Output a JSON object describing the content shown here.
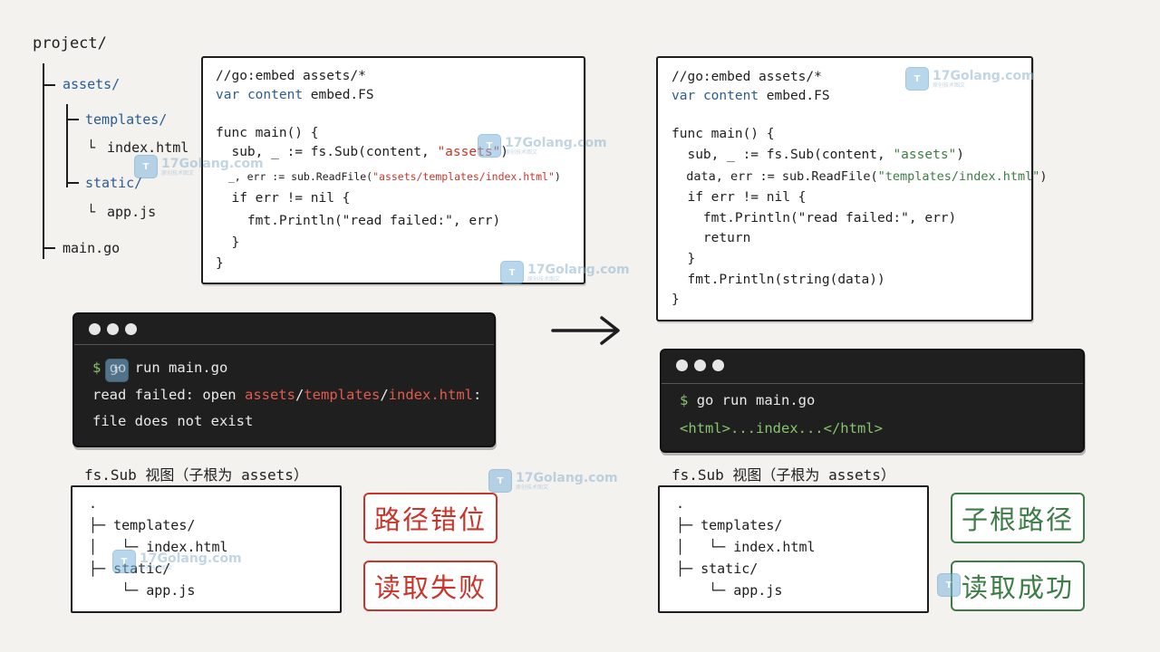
{
  "tree": {
    "root": "project/",
    "items": [
      {
        "label": "assets/"
      },
      {
        "label": "templates/"
      },
      {
        "label": "index.html"
      },
      {
        "label": "static/"
      },
      {
        "label": "app.js"
      },
      {
        "label": "main.go"
      }
    ],
    "branch_glyph": "└"
  },
  "code_left": {
    "l1": "//go:embed assets/*",
    "l2_kw": "var",
    "l2_name": "content",
    "l2_rest": "embed.FS",
    "l4": "func main() {",
    "l5_a": "  sub, _ := fs.Sub(content, ",
    "l5_str": "\"assets\"",
    "l5_b": ")",
    "l6_a": "  _, err := sub.ReadFile(",
    "l6_str": "\"assets/templates/index.html\"",
    "l6_b": ")",
    "l7": "  if err != nil {",
    "l8": "    fmt.Println(\"read failed:\", err)",
    "l9": "  }",
    "l10": "}"
  },
  "code_right": {
    "l1": "//go:embed assets/*",
    "l2_kw": "var",
    "l2_name": "content",
    "l2_rest": "embed.FS",
    "l4": "func main() {",
    "l5_a": "  sub, _ := fs.Sub(content, ",
    "l5_str": "\"assets\"",
    "l5_b": ")",
    "l6_a": "  data, err := sub.ReadFile(",
    "l6_str": "\"templates/index.html\"",
    "l6_b": ")",
    "l7": "  if err != nil {",
    "l8": "    fmt.Println(\"read failed:\", err)",
    "l9": "    return",
    "l10": "  }",
    "l11": "  fmt.Println(string(data))",
    "l12": "}"
  },
  "term_left": {
    "prompt": "$",
    "cmd": "go run main.go",
    "out1_a": "read failed: open ",
    "out1_p1": "assets",
    "out1_s1": "/",
    "out1_p2": "templates",
    "out1_s2": "/",
    "out1_p3": "index.html",
    "out1_b": ":",
    "out2": "file does not exist"
  },
  "term_right": {
    "prompt": "$",
    "cmd": "go run main.go",
    "out1": "<html>...index...</html>"
  },
  "view_left": {
    "title": "fs.Sub 视图（子根为 assets）",
    "lines": [
      ".",
      "├─ templates/",
      "│   └─ index.html",
      "├─ static/",
      "    └─ app.js"
    ]
  },
  "view_right": {
    "title": "fs.Sub 视图（子根为 assets）",
    "lines": [
      ".",
      "├─ templates/",
      "│   └─ index.html",
      "├─ static/",
      "    └─ app.js"
    ]
  },
  "badges": {
    "left_top": "路径错位",
    "left_bottom": "读取失败",
    "right_top": "子根路径",
    "right_bottom": "读取成功"
  },
  "watermark": {
    "logo": "T",
    "main": "17Golang.com",
    "sub": "原创技术图文"
  },
  "colors": {
    "error_red": "#c8362b",
    "success_green": "#3c7c45",
    "keyword_blue": "#2a5c93",
    "terminal_bg": "#1f1f1f"
  }
}
